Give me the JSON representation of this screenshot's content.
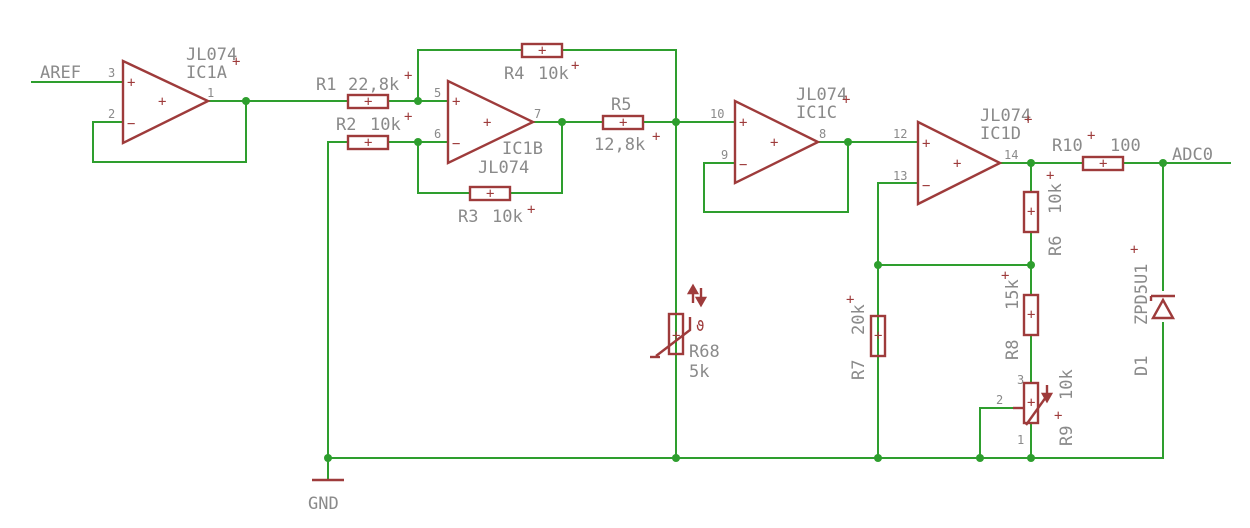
{
  "nets": {
    "aref": "AREF",
    "adc0": "ADC0",
    "gnd": "GND"
  },
  "ic1a": {
    "type": "JL074",
    "name": "IC1A",
    "pin_in_plus": "3",
    "pin_in_minus": "2",
    "pin_out": "1"
  },
  "ic1b": {
    "type": "JL074",
    "name": "IC1B",
    "pin_in_plus": "5",
    "pin_in_minus": "6",
    "pin_out": "7"
  },
  "ic1c": {
    "type": "JL074",
    "name": "IC1C",
    "pin_in_plus": "10",
    "pin_in_minus": "9",
    "pin_out": "8"
  },
  "ic1d": {
    "type": "JL074",
    "name": "IC1D",
    "pin_in_plus": "12",
    "pin_in_minus": "13",
    "pin_out": "14"
  },
  "resistors": {
    "r1": {
      "name": "R1",
      "value": "22,8k"
    },
    "r2": {
      "name": "R2",
      "value": "10k"
    },
    "r3": {
      "name": "R3",
      "value": "10k"
    },
    "r4": {
      "name": "R4",
      "value": "10k"
    },
    "r5": {
      "name": "R5",
      "value": "12,8k"
    },
    "r6": {
      "name": "R6",
      "value": "10k"
    },
    "r7": {
      "name": "R7",
      "value": "20k"
    },
    "r8": {
      "name": "R8",
      "value": "15k"
    },
    "r10": {
      "name": "R10",
      "value": "100"
    }
  },
  "r68": {
    "name": "R68",
    "value": "5k",
    "symbol": "ϑ"
  },
  "r9": {
    "name": "R9",
    "value": "10k",
    "pin1": "1",
    "pin2": "2",
    "pin3": "3"
  },
  "d1": {
    "name": "D1",
    "value": "ZPD5U1"
  },
  "marks": {
    "plus": "+",
    "minus": "−",
    "cross": "+"
  }
}
